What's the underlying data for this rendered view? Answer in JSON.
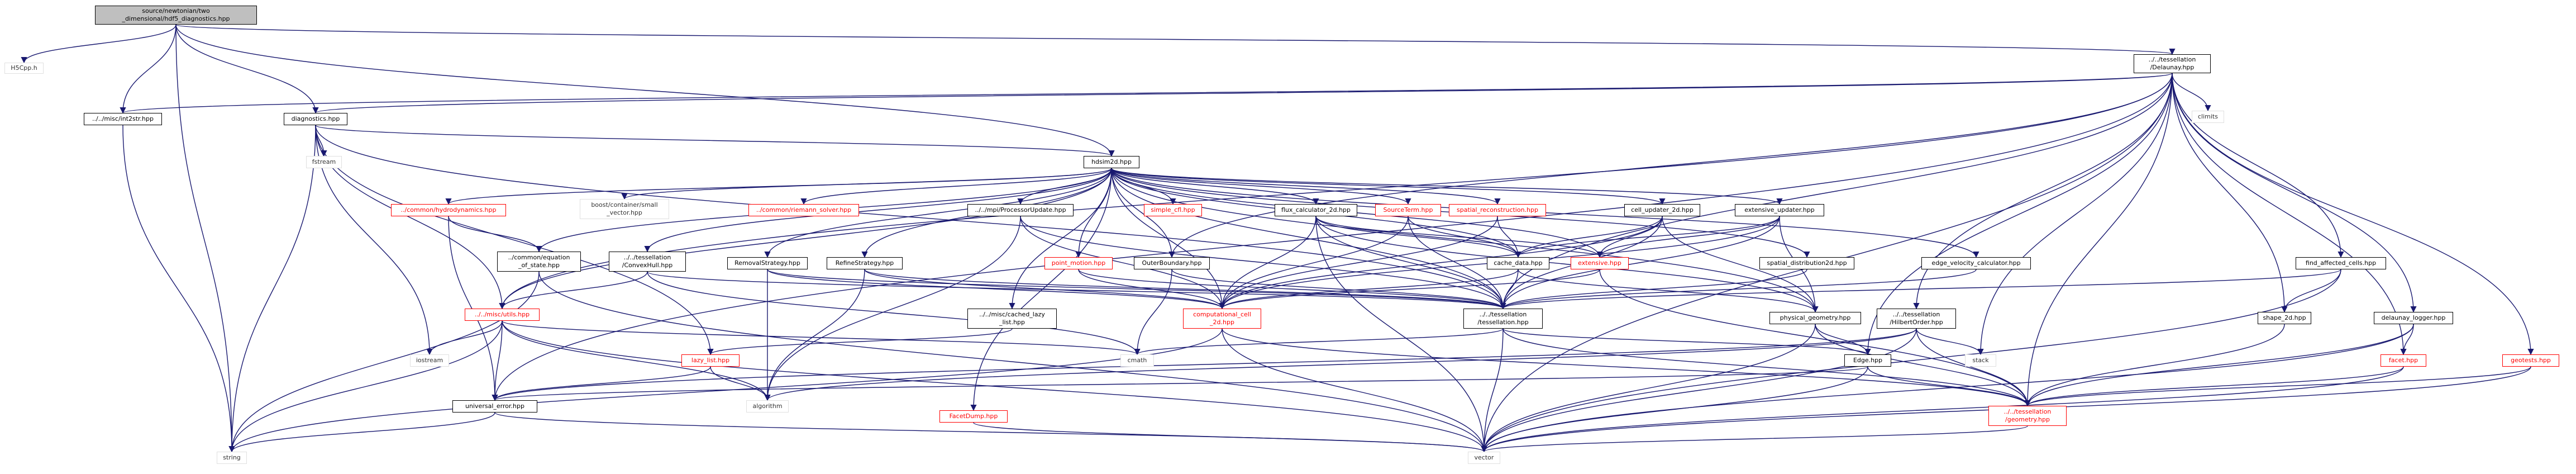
{
  "nodes": {
    "root": "source/newtonian/two\n_dimensional/hdf5_diagnostics.hpp",
    "h5cpp": "H5Cpp.h",
    "string": "string",
    "vector": "vector",
    "misc_int2str": "../../misc/int2str.hpp",
    "diagnostics": "diagnostics.hpp",
    "tess_delaunay": "../../tessellation\n/Delaunay.hpp",
    "climits": "climits",
    "fstream": "fstream",
    "hdsim2d": "hdsim2d.hpp",
    "common_hydro": "../common/hydrodynamics.hpp",
    "boost_small_vector": "boost/container/small\n_vector.hpp",
    "common_riemann": "../common/riemann_solver.hpp",
    "mpi_processor_update": "../../mpi/ProcessorUpdate.hpp",
    "simple_cfl": "simple_cfl.hpp",
    "flux_calculator": "flux_calculator_2d.hpp",
    "source_term": "SourceTerm.hpp",
    "spatial_reconstruction": "spatial_reconstruction.hpp",
    "cell_updater": "cell_updater_2d.hpp",
    "extensive_updater": "extensive_updater.hpp",
    "common_equation_of_state": "../common/equation\n_of_state.hpp",
    "tess_convexhull": "../../tessellation\n/ConvexHull.hpp",
    "removal_strategy": "RemovalStrategy.hpp",
    "refine_strategy": "RefineStrategy.hpp",
    "point_motion": "point_motion.hpp",
    "outer_boundary": "OuterBoundary.hpp",
    "cache_data": "cache_data.hpp",
    "extensive": "extensive.hpp",
    "spatial_distribution": "spatial_distribution2d.hpp",
    "edge_velocity_calculator": "edge_velocity_calculator.hpp",
    "find_affected_cells": "find_affected_cells.hpp",
    "misc_utils": "../../misc/utils.hpp",
    "misc_cached_lazy_list": "../../misc/cached_lazy\n_list.hpp",
    "computational_cell": "computational_cell\n_2d.hpp",
    "tess_tessellation": "../../tessellation\n/tessellation.hpp",
    "physical_geometry": "physical_geometry.hpp",
    "tess_hilbert_order": "../../tessellation\n/HilbertOrder.hpp",
    "shape_2d": "shape_2d.hpp",
    "delaunay_logger": "delaunay_logger.hpp",
    "iostream": "iostream",
    "lazy_list": "lazy_list.hpp",
    "cmath": "cmath",
    "edge": "Edge.hpp",
    "stack": "stack",
    "facet": "facet.hpp",
    "geotests": "geotests.hpp",
    "universal_error": "universal_error.hpp",
    "algorithm": "algorithm",
    "facet_dump": "FacetDump.hpp",
    "tess_geometry": "../../tessellation\n/geometry.hpp"
  }
}
